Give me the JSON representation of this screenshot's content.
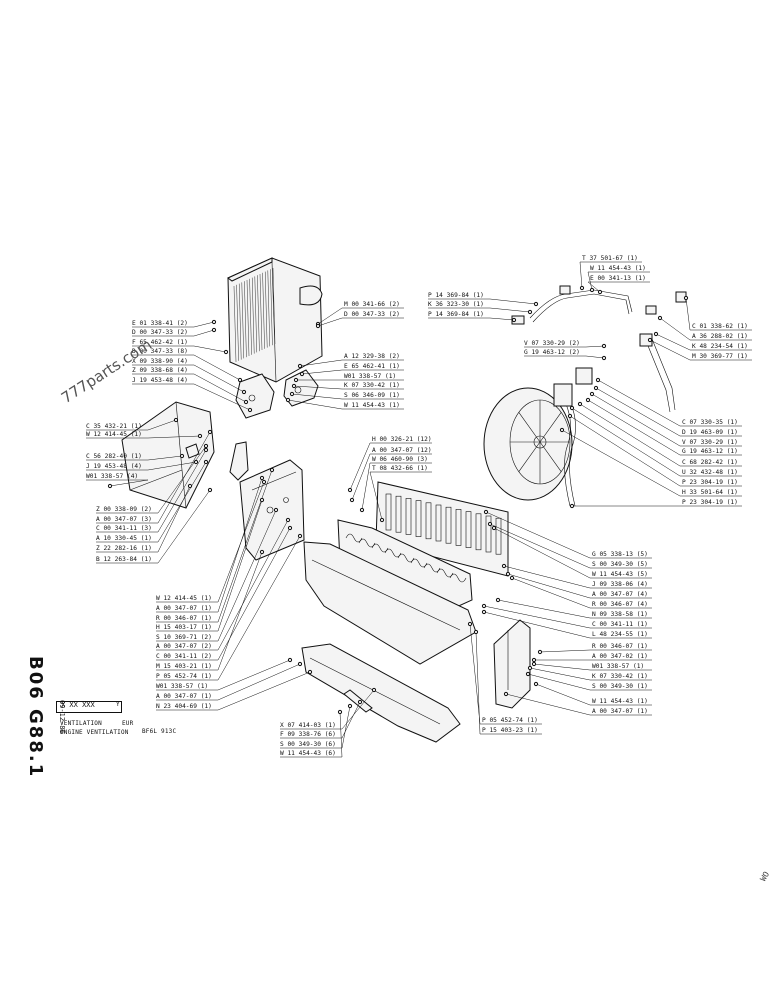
{
  "sheet": {
    "code": "B06 G88.1",
    "date": "09-12-86",
    "part_code": "X XX XXX",
    "revision_mark": "Y",
    "title_line1": "VENTILATION",
    "title_region": "EUR",
    "title_line2": "ENGINE VENTILATION",
    "engine_model": "BF6L 913C",
    "watermark": "777parts.com",
    "corner_mark": "WO"
  },
  "callouts": [
    {
      "label": "M 00 341-66 (2)",
      "side": "right"
    },
    {
      "label": "D 00 347-33 (2)",
      "side": "right"
    },
    {
      "label": "E 01 338-41 (2)",
      "side": "left"
    },
    {
      "label": "D 00 347-33 (2)",
      "side": "left"
    },
    {
      "label": "F 65 462-42 (1)",
      "side": "left"
    },
    {
      "label": "D 00 347-33 (8)",
      "side": "left"
    },
    {
      "label": "X 09 338-90 (4)",
      "side": "left"
    },
    {
      "label": "Z 09 338-68 (4)",
      "side": "left"
    },
    {
      "label": "J 19 453-48 (4)",
      "side": "left"
    },
    {
      "label": "A 12 329-38 (2)",
      "side": "right"
    },
    {
      "label": "E 65 462-41 (1)",
      "side": "right"
    },
    {
      "label": "W01 338-57 (1)",
      "side": "right"
    },
    {
      "label": "K 07 330-42 (1)",
      "side": "right"
    },
    {
      "label": "S 06 346-09 (1)",
      "side": "right"
    },
    {
      "label": "W 11 454-43 (1)",
      "side": "right"
    },
    {
      "label": "C 35 432-21 (1)",
      "side": "left"
    },
    {
      "label": "W 12 414-45 (1)",
      "side": "left"
    },
    {
      "label": "C 56 282-40 (1)",
      "side": "left"
    },
    {
      "label": "J 19 453-48 (4)",
      "side": "left"
    },
    {
      "label": "W01 338-57 (4)",
      "side": "left"
    },
    {
      "label": "Z 00 338-09 (2)",
      "side": "left"
    },
    {
      "label": "A 00 347-07 (3)",
      "side": "left"
    },
    {
      "label": "C 00 341-11 (3)",
      "side": "left"
    },
    {
      "label": "A 10 330-45 (1)",
      "side": "left"
    },
    {
      "label": "Z 22 282-16 (1)",
      "side": "left"
    },
    {
      "label": "B 12 263-84 (1)",
      "side": "left"
    },
    {
      "label": "W 12 414-45 (1)",
      "side": "left"
    },
    {
      "label": "A 00 347-07 (1)",
      "side": "left"
    },
    {
      "label": "R 00 346-07 (1)",
      "side": "left"
    },
    {
      "label": "H 15 403-17 (1)",
      "side": "left"
    },
    {
      "label": "S 10 369-71 (2)",
      "side": "left"
    },
    {
      "label": "A 00 347-07 (2)",
      "side": "left"
    },
    {
      "label": "C 00 341-11 (2)",
      "side": "left"
    },
    {
      "label": "M 15 403-21 (1)",
      "side": "left"
    },
    {
      "label": "P 05 452-74 (1)",
      "side": "left"
    },
    {
      "label": "W01 338-57 (1)",
      "side": "left"
    },
    {
      "label": "A 00 347-07 (1)",
      "side": "left"
    },
    {
      "label": "N 23 404-69 (1)",
      "side": "left"
    },
    {
      "label": "X 07 414-03 (1)",
      "side": "left"
    },
    {
      "label": "F 09 338-76 (6)",
      "side": "left"
    },
    {
      "label": "S 00 349-30 (6)",
      "side": "left"
    },
    {
      "label": "W 11 454-43 (6)",
      "side": "left"
    },
    {
      "label": "H 00 326-21 (12)",
      "side": "right"
    },
    {
      "label": "A 00 347-07 (12)",
      "side": "right"
    },
    {
      "label": "W 06 460-90 (3)",
      "side": "right"
    },
    {
      "label": "T 08 432-66 (1)",
      "side": "right"
    },
    {
      "label": "T 37 501-67 (1)",
      "side": "right"
    },
    {
      "label": "W 11 454-43 (1)",
      "side": "right"
    },
    {
      "label": "E 00 341-13 (1)",
      "side": "right"
    },
    {
      "label": "P 14 369-84 (1)",
      "side": "left"
    },
    {
      "label": "K 36 323-30 (1)",
      "side": "left"
    },
    {
      "label": "P 14 369-84 (1)",
      "side": "left"
    },
    {
      "label": "C 01 338-62 (1)",
      "side": "right"
    },
    {
      "label": "A 36 288-02 (1)",
      "side": "right"
    },
    {
      "label": "K 48 234-54 (1)",
      "side": "right"
    },
    {
      "label": "M 30 369-77 (1)",
      "side": "right"
    },
    {
      "label": "V 07 330-29 (2)",
      "side": "left"
    },
    {
      "label": "G 19 463-12 (2)",
      "side": "left"
    },
    {
      "label": "C 07 330-35 (1)",
      "side": "right"
    },
    {
      "label": "D 19 463-09 (1)",
      "side": "right"
    },
    {
      "label": "V 07 330-29 (1)",
      "side": "right"
    },
    {
      "label": "G 19 463-12 (1)",
      "side": "right"
    },
    {
      "label": "C 68 282-42 (1)",
      "side": "right"
    },
    {
      "label": "U 32 432-48 (1)",
      "side": "right"
    },
    {
      "label": "P 23 304-19 (1)",
      "side": "right"
    },
    {
      "label": "H 33 501-64 (1)",
      "side": "right"
    },
    {
      "label": "P 23 304-19 (1)",
      "side": "right"
    },
    {
      "label": "G 05 338-13 (5)",
      "side": "right"
    },
    {
      "label": "S 00 349-30 (5)",
      "side": "right"
    },
    {
      "label": "W 11 454-43 (5)",
      "side": "right"
    },
    {
      "label": "J 09 338-06 (4)",
      "side": "right"
    },
    {
      "label": "A 00 347-07 (4)",
      "side": "right"
    },
    {
      "label": "R 00 346-07 (4)",
      "side": "right"
    },
    {
      "label": "N 09 338-58 (1)",
      "side": "right"
    },
    {
      "label": "C 00 341-11 (1)",
      "side": "right"
    },
    {
      "label": "L 48 234-55 (1)",
      "side": "right"
    },
    {
      "label": "R 00 346-07 (1)",
      "side": "right"
    },
    {
      "label": "A 00 347-02 (1)",
      "side": "right"
    },
    {
      "label": "W01 338-57 (1)",
      "side": "right"
    },
    {
      "label": "K 07 330-42 (1)",
      "side": "right"
    },
    {
      "label": "S 00 349-30 (1)",
      "side": "right"
    },
    {
      "label": "W 11 454-43 (1)",
      "side": "right"
    },
    {
      "label": "A 00 347-07 (1)",
      "side": "right"
    },
    {
      "label": "P 05 452-74 (1)",
      "side": "right"
    },
    {
      "label": "P 15 403-23 (1)",
      "side": "right"
    }
  ]
}
